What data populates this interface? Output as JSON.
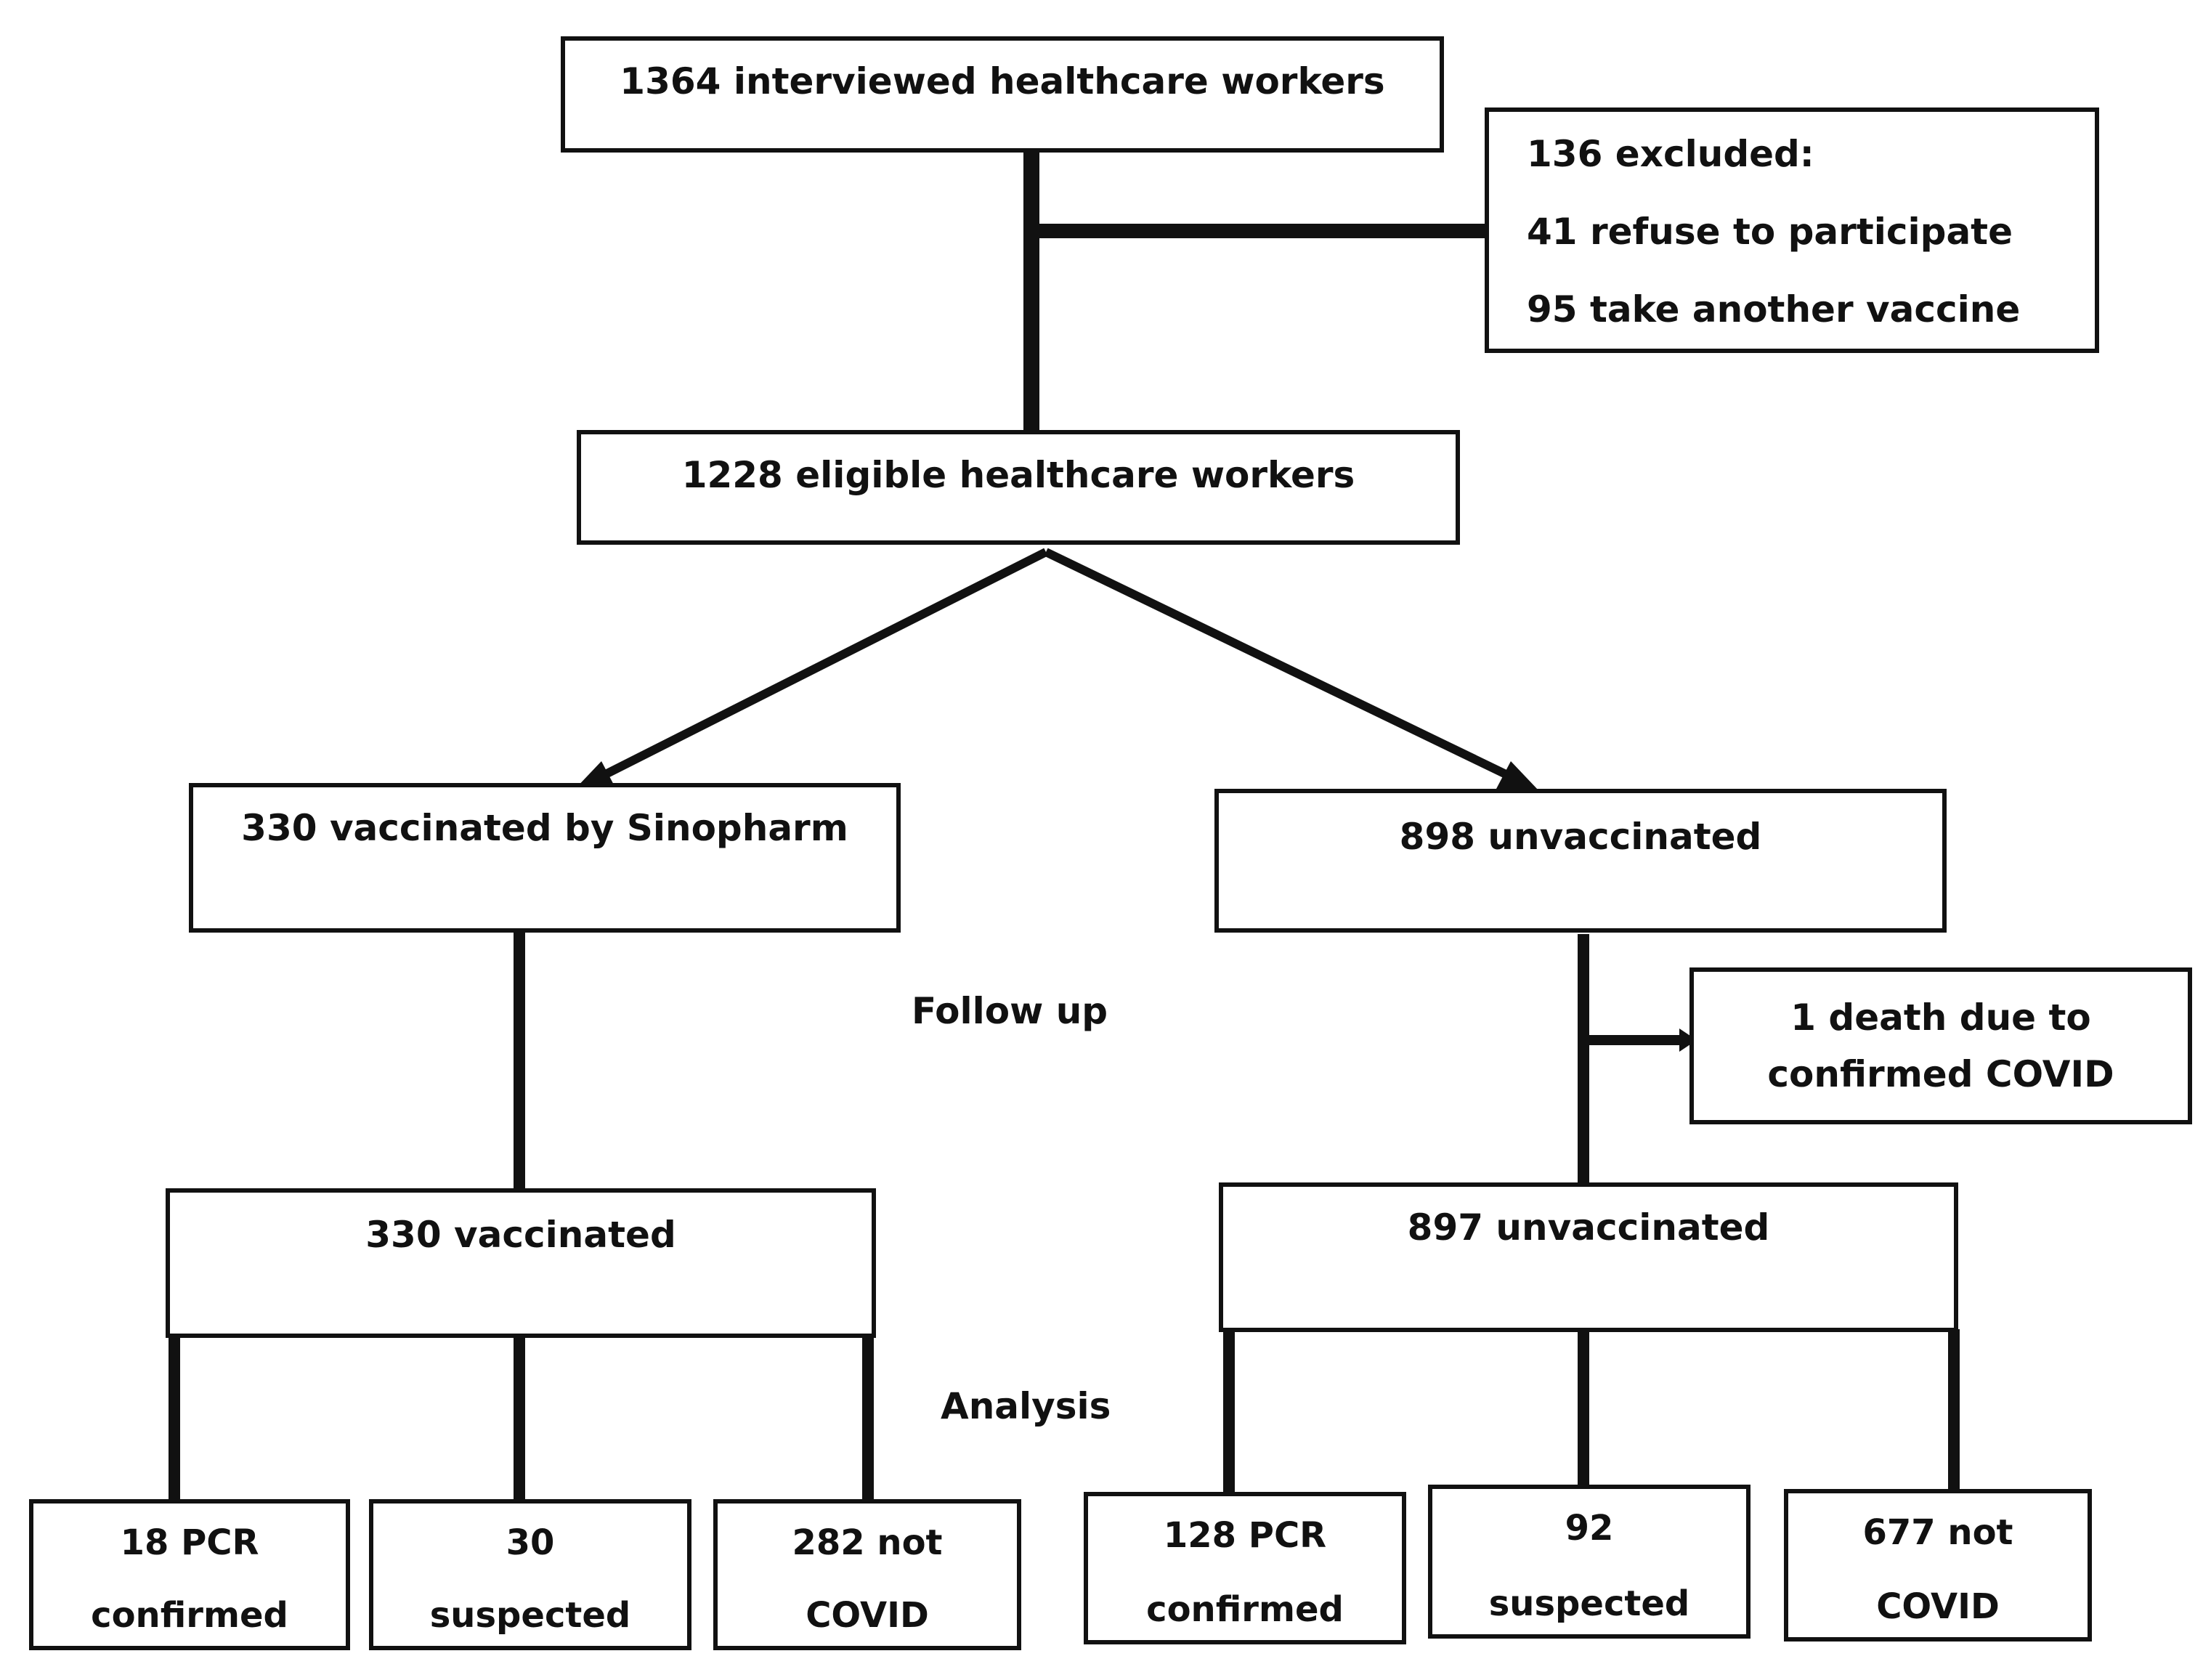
{
  "nodes": {
    "interviewed": "1364 interviewed healthcare workers",
    "excluded": {
      "title": "136 excluded:",
      "reason1": "41 refuse to participate",
      "reason2": "95 take another vaccine"
    },
    "eligible": "1228 eligible healthcare workers",
    "vaccinated_sinopharm": "330 vaccinated by Sinopharm",
    "unvaccinated_898": "898 unvaccinated",
    "death": {
      "line1": "1 death due to",
      "line2": "confirmed COVID"
    },
    "vaccinated_330": "330 vaccinated",
    "unvaccinated_897": "897 unvaccinated",
    "vacc_pcr": {
      "line1": "18 PCR",
      "line2": "confirmed"
    },
    "vacc_suspected": {
      "line1": "30",
      "line2": "suspected"
    },
    "vacc_not_covid": {
      "line1": "282 not",
      "line2": "COVID"
    },
    "unvacc_pcr": {
      "line1": "128 PCR",
      "line2": "confirmed"
    },
    "unvacc_suspected": {
      "line1": "92",
      "line2": "suspected"
    },
    "unvacc_not_covid": {
      "line1": "677 not",
      "line2": "COVID"
    }
  },
  "labels": {
    "follow_up": "Follow up",
    "analysis": "Analysis"
  },
  "colors": {
    "stroke": "#111111",
    "background": "#ffffff"
  }
}
